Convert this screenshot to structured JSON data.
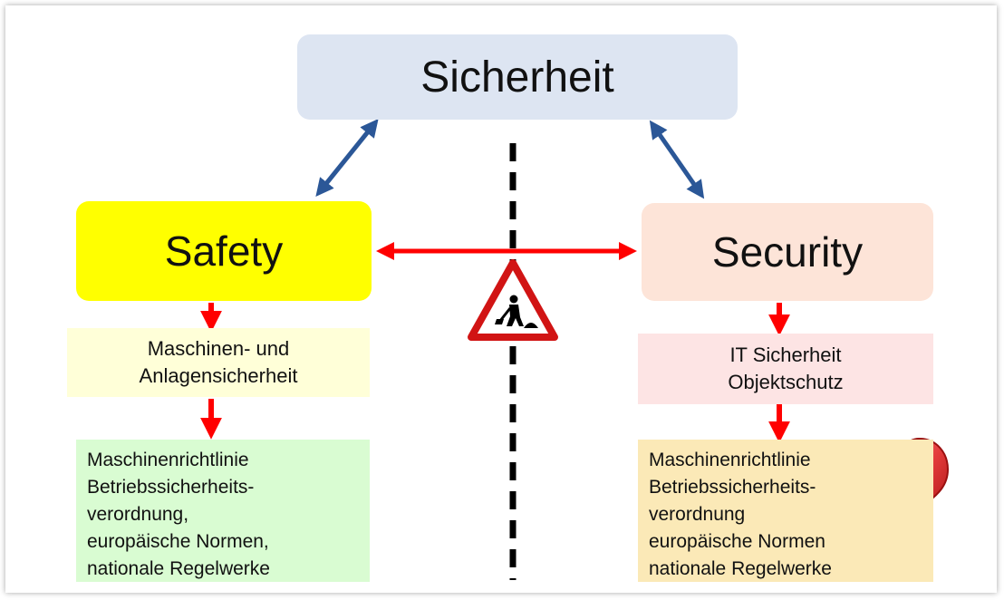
{
  "top": {
    "label": "Sicherheit"
  },
  "safety": {
    "label": "Safety",
    "sub_lines": [
      "Maschinen- und",
      "Anlagensicherheit"
    ],
    "list": [
      "Maschinenrichtlinie",
      "Betriebssicherheits-",
      "verordnung,",
      "europäische Normen,",
      "nationale Regelwerke"
    ]
  },
  "security": {
    "label": "Security",
    "sub_lines": [
      "IT Sicherheit",
      "Objektschutz"
    ],
    "list": [
      "Maschinenrichtlinie",
      "Betriebssicherheits-",
      "verordnung",
      "europäische Normen",
      "nationale Regelwerke"
    ]
  },
  "colors": {
    "top_box": "#dde5f2",
    "safety_box": "#ffff00",
    "security_box": "#fde4d8",
    "red_arrow": "#ff0000",
    "blue_arrow": "#2b5797"
  },
  "icons": [
    "construction-warning-icon",
    "question-mark-icon"
  ]
}
